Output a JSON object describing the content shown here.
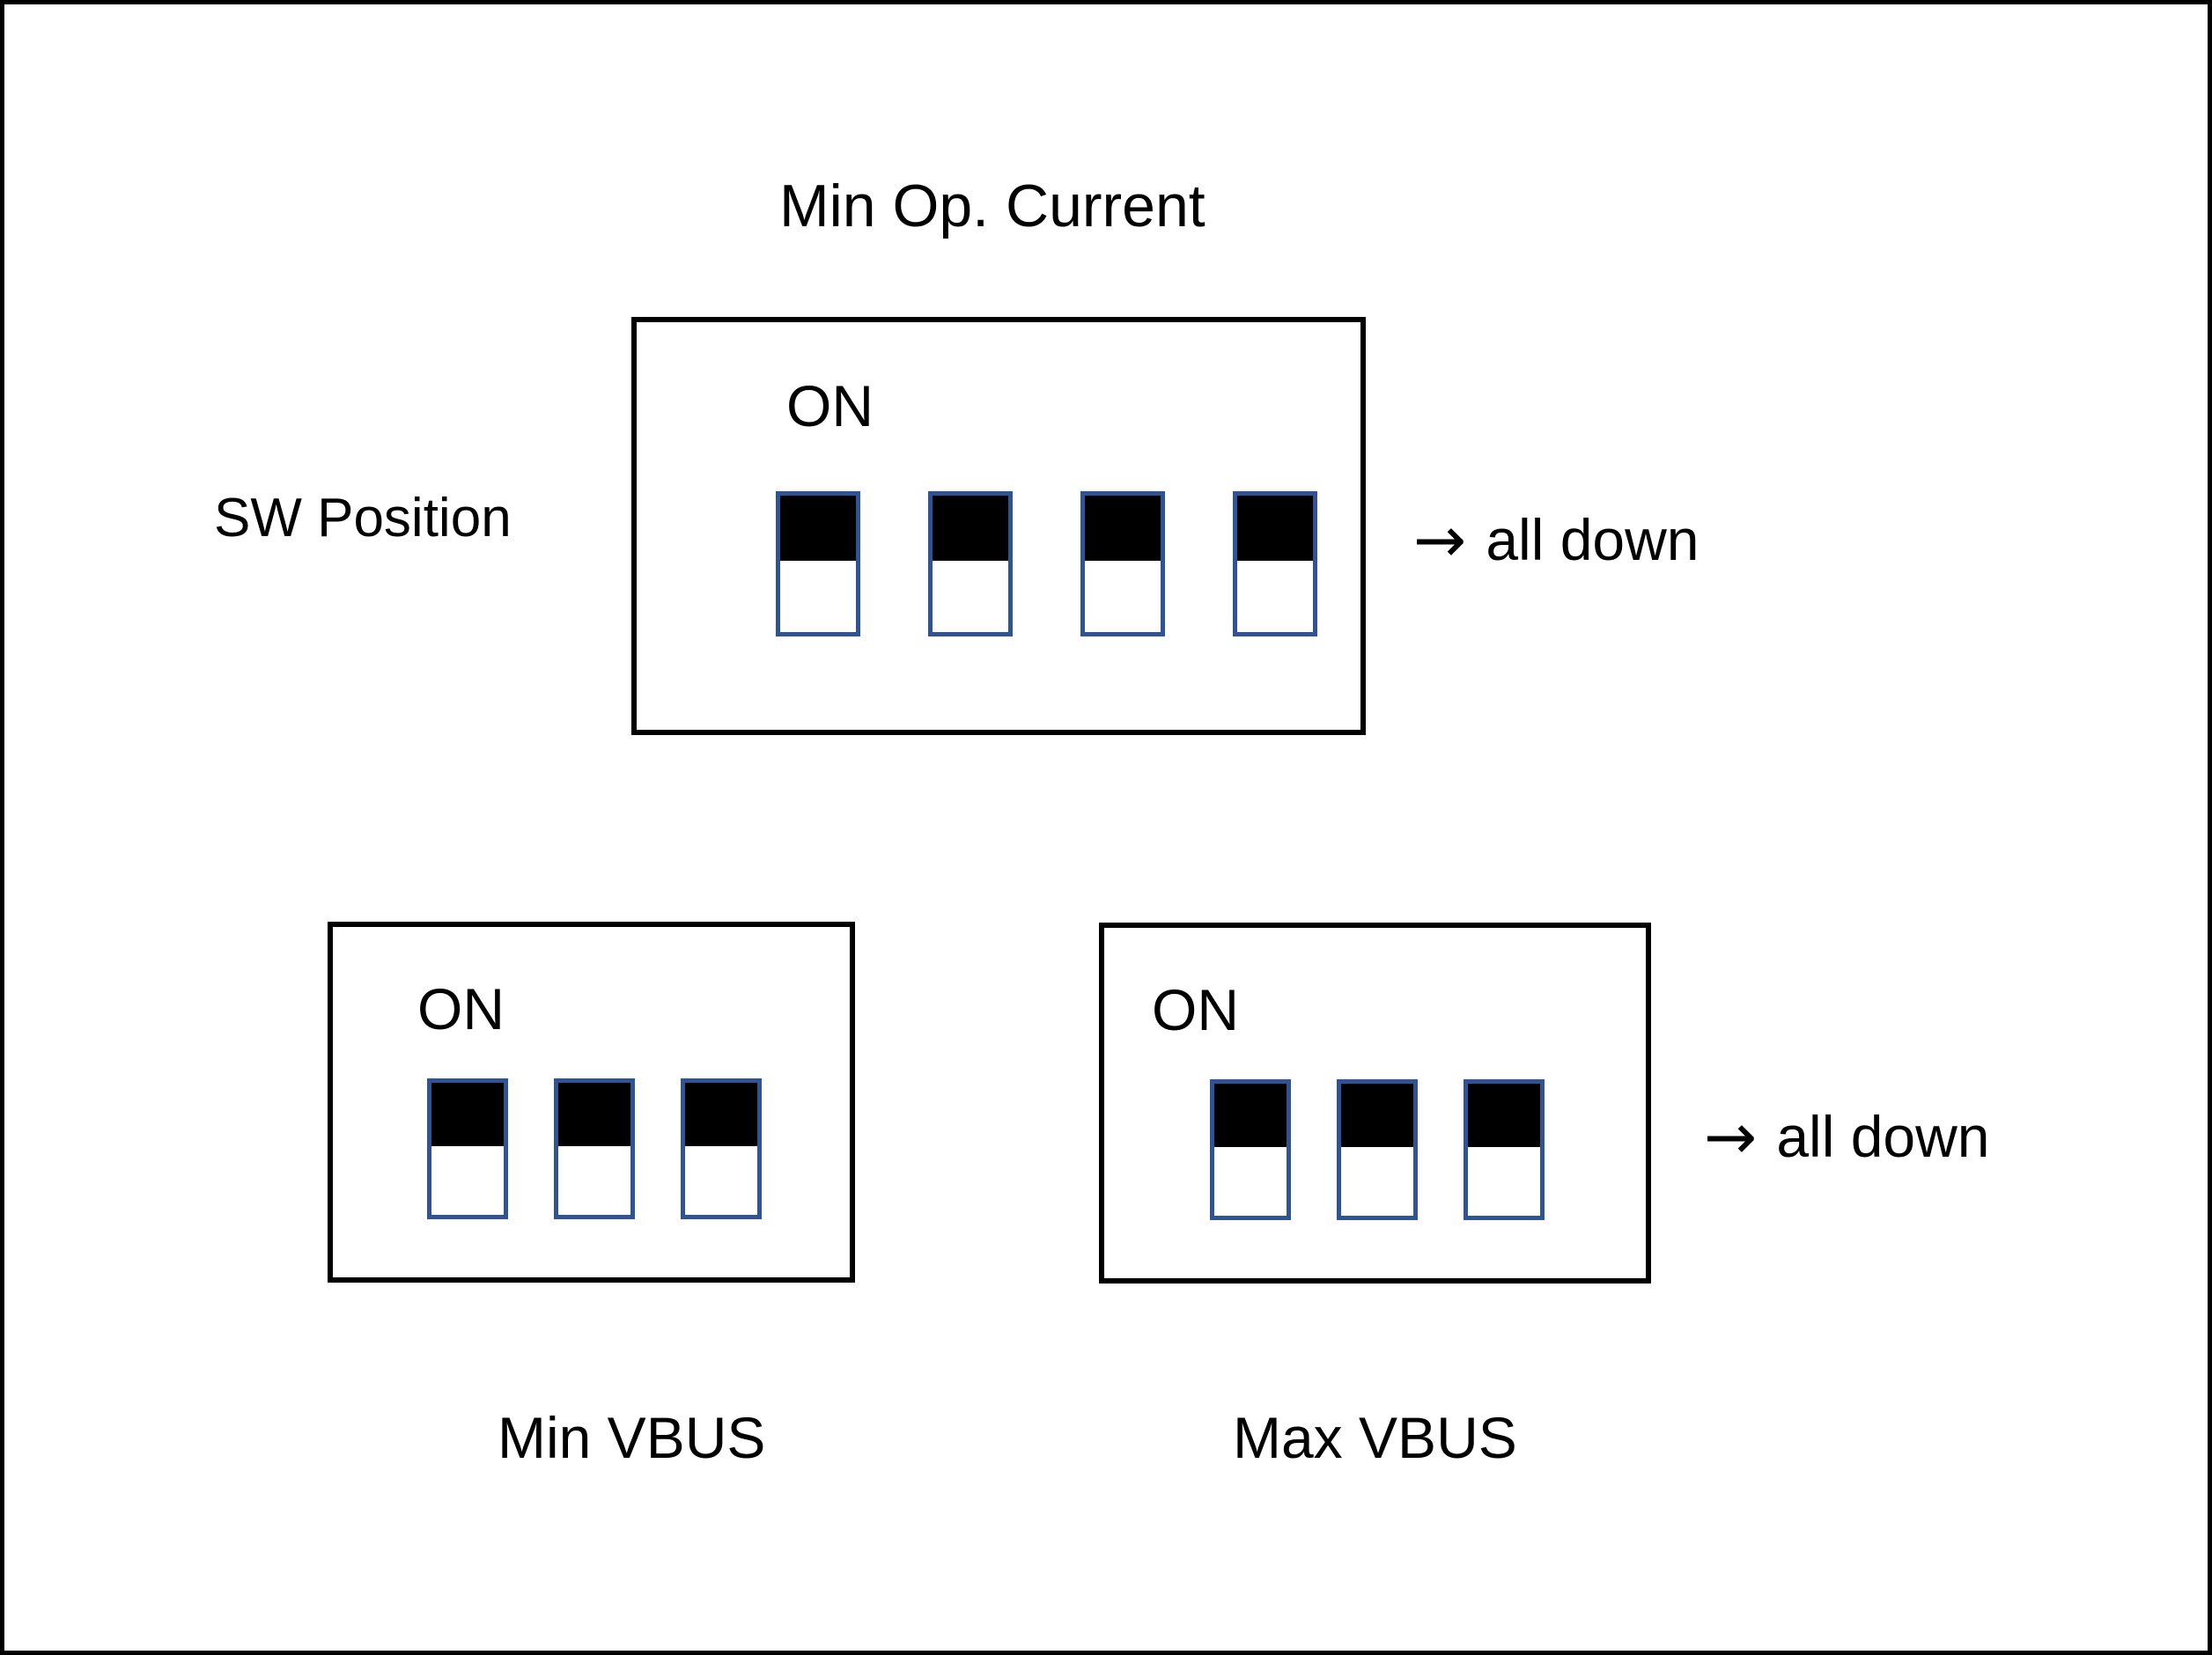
{
  "diagram": {
    "title": "Min Op. Current",
    "side_label": "SW Position",
    "on_label": "ON",
    "note_arrow": "→",
    "note_text": "all down",
    "colors": {
      "switch_border": "#2F5496",
      "lever": "#000000",
      "block_border": "#000000",
      "background": "#ffffff"
    },
    "blocks": [
      {
        "id": "min-op-current",
        "name": "Min Op. Current",
        "on_label": "ON",
        "switch_count": 4,
        "switches": [
          {
            "index": 1,
            "position": "down"
          },
          {
            "index": 2,
            "position": "down"
          },
          {
            "index": 3,
            "position": "down"
          },
          {
            "index": 4,
            "position": "down"
          }
        ],
        "note": "→ all down"
      },
      {
        "id": "min-vbus",
        "name": "Min VBUS",
        "on_label": "ON",
        "caption": "Min VBUS",
        "switch_count": 3,
        "switches": [
          {
            "index": 1,
            "position": "down"
          },
          {
            "index": 2,
            "position": "down"
          },
          {
            "index": 3,
            "position": "down"
          }
        ],
        "note": ""
      },
      {
        "id": "max-vbus",
        "name": "Max VBUS",
        "on_label": "ON",
        "caption": "Max VBUS",
        "switch_count": 3,
        "switches": [
          {
            "index": 1,
            "position": "down"
          },
          {
            "index": 2,
            "position": "down"
          },
          {
            "index": 3,
            "position": "down"
          }
        ],
        "note": "→ all down"
      }
    ]
  }
}
